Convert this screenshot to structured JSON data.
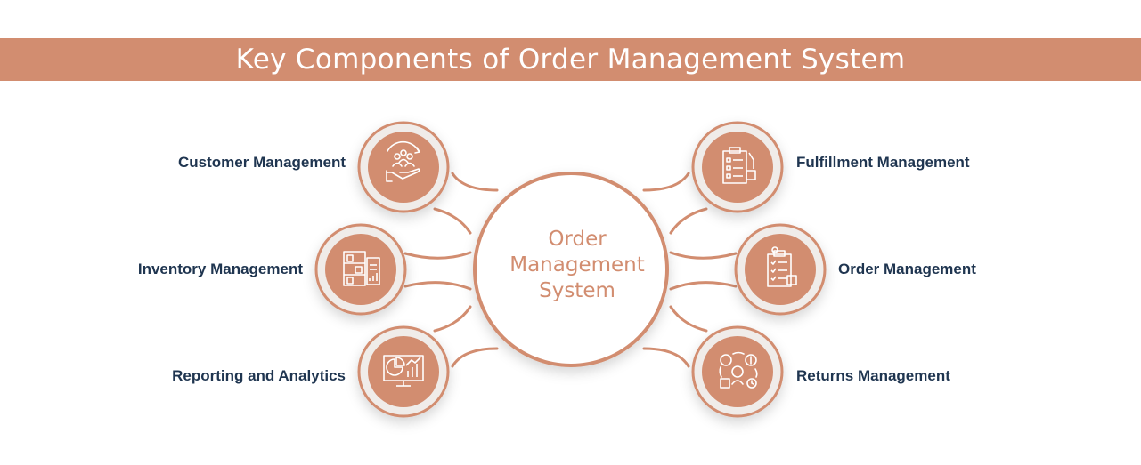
{
  "banner": {
    "title": "Key Components of Order Management System"
  },
  "center": {
    "lines": [
      "Order",
      "Management",
      "System"
    ]
  },
  "components": {
    "customer": {
      "label": "Customer Management",
      "icon": "customer-hand-icon"
    },
    "inventory": {
      "label": "Inventory Management",
      "icon": "warehouse-shelf-icon"
    },
    "reporting": {
      "label": "Reporting and Analytics",
      "icon": "analytics-monitor-icon"
    },
    "fulfillment": {
      "label": "Fulfillment Management",
      "icon": "clipboard-checklist-icon"
    },
    "order": {
      "label": "Order Management",
      "icon": "order-checklist-icon"
    },
    "returns": {
      "label": "Returns Management",
      "icon": "returns-cycle-icon"
    }
  },
  "colors": {
    "accent": "#d28d70",
    "text": "#1f3550",
    "ring": "#f0ece9"
  }
}
